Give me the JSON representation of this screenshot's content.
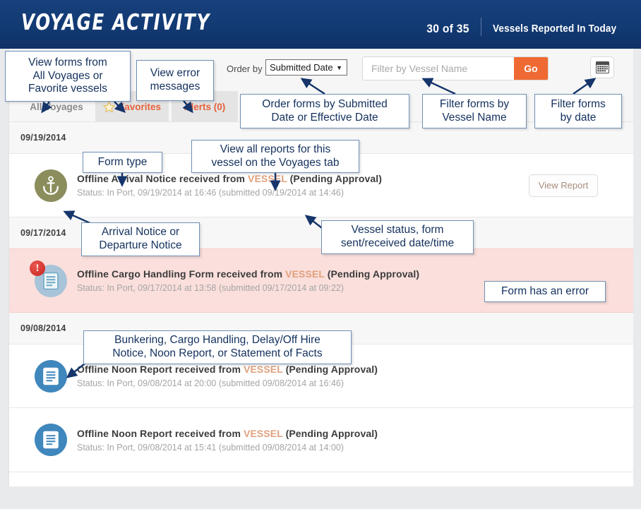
{
  "header": {
    "title": "VOYAGE ACTIVITY",
    "count": "30 of 35",
    "label": "Vessels Reported In Today"
  },
  "toolbar": {
    "order_by_label": "Order by",
    "order_by_value": "Submitted Date",
    "order_by_options": [
      "Submitted Date",
      "Effective Date"
    ],
    "vessel_filter_placeholder": "Filter by Vessel Name",
    "vessel_filter_value": "",
    "go_label": "Go",
    "calendar_icon": "calendar-icon"
  },
  "tabs": [
    {
      "id": "all-voyages",
      "label": "All Voyages",
      "icon": "",
      "active": false
    },
    {
      "id": "favorites",
      "label": "Favorites",
      "icon": "star-icon",
      "active": true
    },
    {
      "id": "alerts",
      "label": "Alerts (0)",
      "icon": "",
      "active": true
    }
  ],
  "feed": [
    {
      "date": "09/19/2014",
      "rows": [
        {
          "icon": "anchor-icon",
          "icon_style": "anchor",
          "error": false,
          "title_prefix": "Offline Arrival Notice received from",
          "vessel": "VESSEL",
          "title_suffix": "(Pending Approval)",
          "status": "Status: In Port, 09/19/2014 at 16:46 (submitted 09/19/2014 at 14:46)",
          "action_label": "View Report"
        }
      ]
    },
    {
      "date": "09/17/2014",
      "rows": [
        {
          "icon": "document-icon",
          "icon_style": "doc-error",
          "error": true,
          "title_prefix": "Offline Cargo Handling Form received from",
          "vessel": "VESSEL",
          "title_suffix": "(Pending Approval)",
          "status": "Status: In Port, 09/17/2014 at 13:58 (submitted 09/17/2014 at 09:22)",
          "action_label": ""
        }
      ]
    },
    {
      "date": "09/08/2014",
      "rows": [
        {
          "icon": "document-icon",
          "icon_style": "doc",
          "error": false,
          "title_prefix": "Offline Noon Report received from",
          "vessel": "VESSEL",
          "title_suffix": "(Pending Approval)",
          "status": "Status: In Port,  09/08/2014 at 20:00 (submitted  09/08/2014 at 16:46)",
          "action_label": ""
        },
        {
          "icon": "document-icon",
          "icon_style": "doc",
          "error": false,
          "title_prefix": "Offline Noon Report received from",
          "vessel": "VESSEL",
          "title_suffix": "(Pending Approval)",
          "status": "Status: In Port, 09/08/2014 at 15:41 (submitted 09/08/2014 at 14:00)",
          "action_label": ""
        }
      ]
    }
  ],
  "callouts": {
    "tabs_note": "View forms from\nAll Voyages or\nFavorite vessels",
    "alerts_note": "View error\nmessages",
    "order_note": "Order forms by Submitted\nDate or Effective Date",
    "vessel_note": "Filter forms by\nVessel Name",
    "date_note": "Filter forms\nby date",
    "form_type_note": "Form type",
    "voyages_note": "View all reports for this\nvessel on the Voyages tab",
    "icon_note": "Arrival Notice or\nDeparture Notice",
    "status_note": "Vessel status, form\nsent/received date/time",
    "error_note": "Form has an error",
    "form_kinds_note": "Bunkering, Cargo Handling, Delay/Off Hire\nNotice, Noon Report, or Statement of Facts"
  },
  "colors": {
    "header_blue": "#123a73",
    "accent_orange": "#ef6a32",
    "vessel_orange": "#e0a07c",
    "error_pink": "#fadfdc",
    "error_red": "#d8322c",
    "anchor_olive": "#8b8d5c",
    "doc_blue": "#3f87bd",
    "callout_navy": "#14315e"
  }
}
